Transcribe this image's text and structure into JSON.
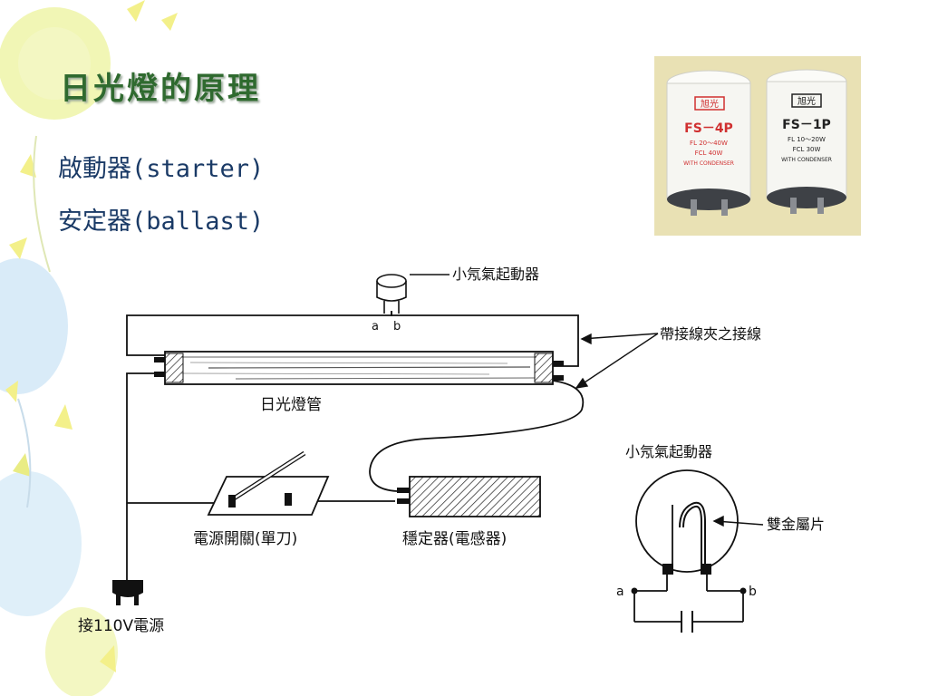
{
  "slide": {
    "title": "日光燈的原理",
    "bullets": [
      "啟動器(starter)",
      "安定器(ballast)"
    ]
  },
  "photo": {
    "left_starter": {
      "brand": "旭光",
      "model": "FS－4P",
      "line1": "FL 20～40W",
      "line2": "FCL  40W",
      "line3": "WITH CONDENSER"
    },
    "right_starter": {
      "brand": "旭光",
      "model": "FS－1P",
      "line1": "FL 10～20W",
      "line2": "FCL  30W",
      "line3": "WITH CONDENSER"
    }
  },
  "diagram": {
    "starter_label": "小氖氣起動器",
    "terminal_a": "a",
    "terminal_b": "b",
    "clip_wire_label": "帶接線夾之接線",
    "tube_label": "日光燈管",
    "switch_label": "電源開關(單刀)",
    "ballast_label": "穩定器(電感器)",
    "power_label": "接110V電源",
    "detail_title": "小氖氣起動器",
    "bimetal_label": "雙金屬片",
    "detail_a": "a",
    "detail_b": "b"
  },
  "colors": {
    "title": "#2f6a2f",
    "bullet": "#1a3a66",
    "photo_bg": "#e9e1b4",
    "decor_yellow": "#eef4a8",
    "decor_blue": "#cfe6f6"
  }
}
